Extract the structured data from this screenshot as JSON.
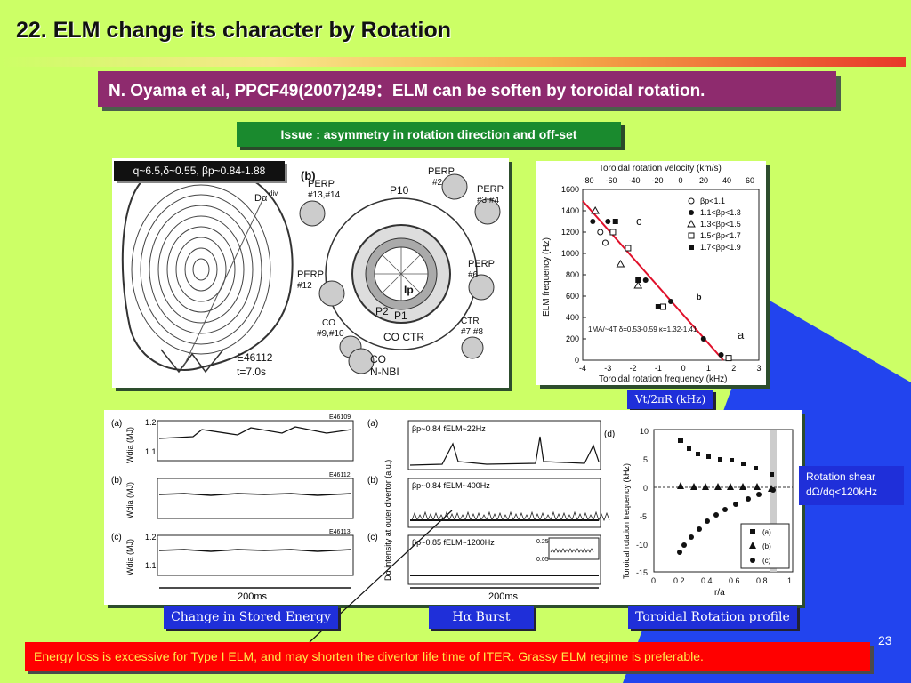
{
  "slide": {
    "title": "22. ELM change its character by Rotation",
    "banner": "N. Oyama et al, PPCF49(2007)249：ELM can be soften by toroidal rotation.",
    "issue": "Issue : asymmetry in rotation direction and off-set",
    "page_number": "23",
    "bottom_text": "Energy loss is excessive for Type I ELM, and may shorten the divertor life time of ITER. Grassy ELM regime is preferable."
  },
  "params_box": "q~6.5,δ~0.55, βp~0.84-1.88",
  "equilibrium": {
    "shot": "E46112",
    "time": "t=7.0s",
    "d_alpha": "Dα",
    "div": "div"
  },
  "nbi_diagram": {
    "panel_label": "(b)",
    "labels": [
      "PERP #13,#14",
      "PERP #2",
      "PERP #3,#4",
      "P10",
      "PERP #12",
      "PERP #6",
      "CO #9,#10",
      "CTR #7,#8",
      "P2",
      "P1",
      "CO CTR",
      "CO N-NBI",
      "Ip"
    ]
  },
  "elm_chart": {
    "top_axis_label": "Toroidal rotation velocity (km/s)",
    "top_ticks": [
      "-80",
      "-60",
      "-40",
      "-20",
      "0",
      "20",
      "40",
      "60"
    ],
    "xlabel": "Toroidal rotation frequency (kHz)",
    "ylabel": "ELM frequency (Hz)",
    "legend": [
      "βp<1.1",
      "1.1<βp<1.3",
      "1.3<βp<1.5",
      "1.5<βp<1.7",
      "1.7<βp<1.9"
    ],
    "annotation": "1MA/~4T δ=0.53-0.59 κ=1.32-1.41",
    "marker_c": "c",
    "marker_b": "b",
    "marker_a": "a"
  },
  "chart_data": {
    "type": "scatter",
    "title": "",
    "xlabel": "Toroidal rotation frequency (kHz)",
    "ylabel": "ELM frequency (Hz)",
    "xlim": [
      -4,
      3
    ],
    "ylim": [
      0,
      1600
    ],
    "x_ticks": [
      "-4",
      "-3",
      "-2",
      "-1",
      "0",
      "1",
      "2",
      "3"
    ],
    "y_ticks": [
      "0",
      "200",
      "400",
      "600",
      "800",
      "1000",
      "1200",
      "1400",
      "1600"
    ],
    "series": [
      {
        "name": "βp<1.1",
        "x": [
          -3.3,
          -3.1
        ],
        "y": [
          1200,
          1100
        ]
      },
      {
        "name": "1.1<βp<1.3",
        "x": [
          -3.6,
          -3.0,
          -1.5,
          -0.5,
          0.8,
          1.5
        ],
        "y": [
          1300,
          1300,
          750,
          550,
          200,
          50
        ]
      },
      {
        "name": "1.3<βp<1.5",
        "x": [
          -3.5,
          -2.5,
          -1.8
        ],
        "y": [
          1400,
          900,
          700
        ]
      },
      {
        "name": "1.5<βp<1.7",
        "x": [
          -2.8,
          -2.2,
          -0.8,
          1.8
        ],
        "y": [
          1200,
          1050,
          500,
          20
        ]
      },
      {
        "name": "1.7<βp<1.9",
        "x": [
          -2.7,
          -1.8,
          -1.0
        ],
        "y": [
          1300,
          750,
          500
        ]
      }
    ],
    "legend": "top-right",
    "grid": false
  },
  "bottom_panels": {
    "left_shots": [
      "E46109",
      "E46112",
      "E46113"
    ],
    "left_ylabel": "Wdia (MJ)",
    "left_labels": [
      "(a)",
      "(b)",
      "(c)"
    ],
    "left_ticks_top": "1.2",
    "left_ticks_bottom": "1.1",
    "mid_ylabel": "Dα intensity at outer divertor (a.u.)",
    "mid_annotations": [
      "βp~0.84 fELM~22Hz",
      "βp~0.84 fELM~400Hz",
      "βp~0.85 fELM~1200Hz"
    ],
    "time_scale": "200ms",
    "right_panel_label": "(d)",
    "right_ylabel": "Toroidal rotation frequency (kHz)",
    "right_xlabel": "r/a",
    "right_x_ticks": [
      "0",
      "0.2",
      "0.4",
      "0.6",
      "0.8",
      "1"
    ],
    "right_y_ticks": [
      "10",
      "5",
      "0",
      "-5",
      "-10",
      "-15"
    ],
    "right_legend": [
      "(a)",
      "(b)",
      "(c)"
    ]
  },
  "labels": {
    "vt": "Vt/2πR (kHz)",
    "change_energy": "Change in Stored Energy",
    "h_alpha": "Hα Burst",
    "toroidal_profile": "Toroidal Rotation profile",
    "rotation_shear_line1": "Rotation shear",
    "rotation_shear_line2": "dΩ/dq<120kHz"
  },
  "colors": {
    "background": "#ccff66",
    "banner": "#8e2b6e",
    "issue": "#1a8a2e",
    "label_blue": "#1f2fd9",
    "bottom_red": "#ff0000",
    "bottom_text": "#ffe94a",
    "triangle_blue": "#2244ee"
  }
}
